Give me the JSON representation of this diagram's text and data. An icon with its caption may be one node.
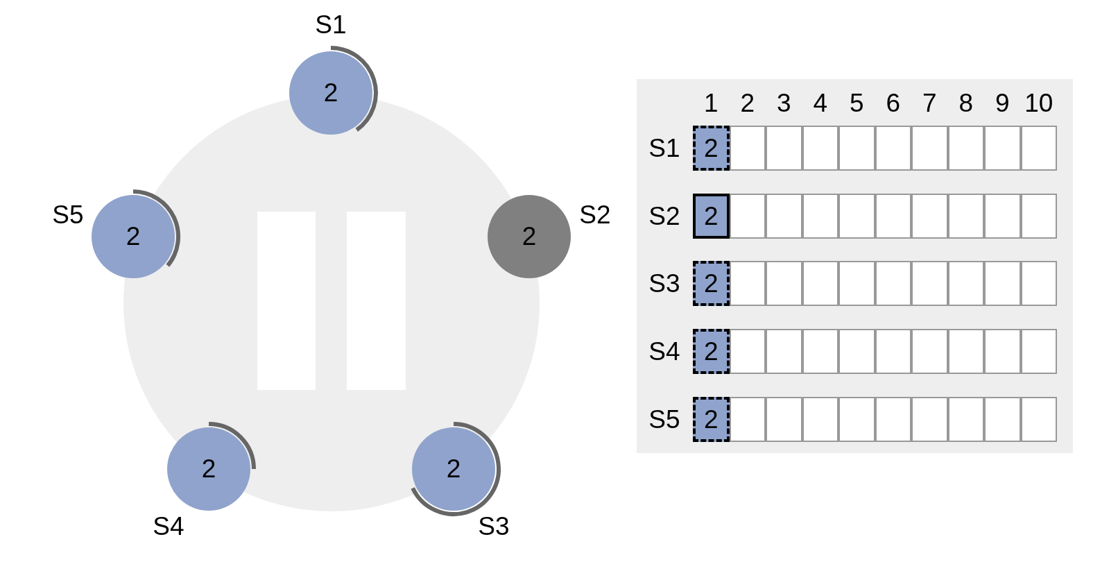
{
  "diagram": {
    "nodes": [
      {
        "text": [
          "2"
        ],
        "beside": [
          "S1"
        ]
      },
      {
        "text": [
          "2"
        ],
        "beside": [
          "S2"
        ]
      },
      {
        "text": [
          "2"
        ],
        "beside": [
          "S3"
        ]
      },
      {
        "text": [
          "2"
        ],
        "beside": [
          "S4"
        ]
      },
      {
        "text": [
          "2"
        ],
        "beside": [
          "S5"
        ]
      }
    ],
    "edges": [],
    "labels": [
      "1",
      "2",
      "3",
      "4",
      "5",
      "6",
      "7",
      "8",
      "9",
      "10",
      "S1",
      "2",
      "S2",
      "2",
      "S3",
      "2",
      "S4",
      "2",
      "S5",
      "2"
    ]
  }
}
